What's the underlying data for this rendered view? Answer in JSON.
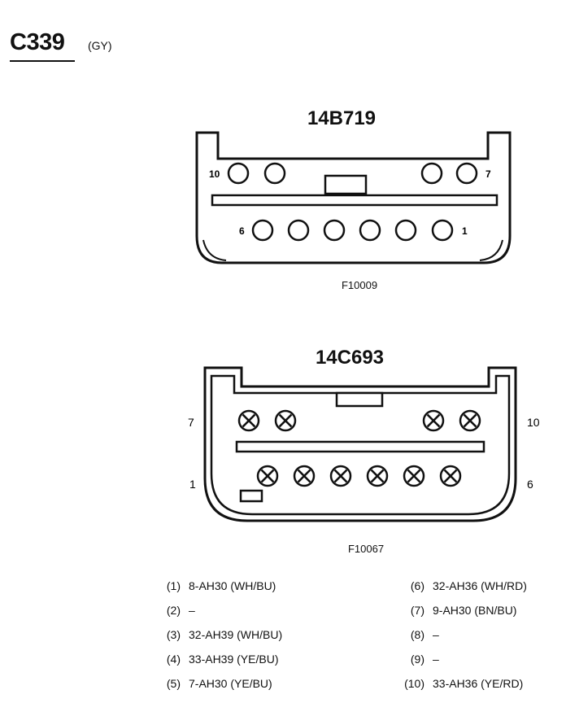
{
  "header": {
    "connector_id": "C339",
    "color_code": "(GY)"
  },
  "connector_1": {
    "part_number": "14B719",
    "figure_id": "F10009",
    "pin_labels": {
      "top_left": "10",
      "top_right": "7",
      "bottom_left": "6",
      "bottom_right": "1"
    }
  },
  "connector_2": {
    "part_number": "14C693",
    "figure_id": "F10067",
    "pin_labels": {
      "top_left": "7",
      "top_right": "10",
      "bottom_left": "1",
      "bottom_right": "6"
    }
  },
  "pin_legend": [
    {
      "num": "(1)",
      "circuit": "8-AH30 (WH/BU)"
    },
    {
      "num": "(2)",
      "circuit": "–"
    },
    {
      "num": "(3)",
      "circuit": "32-AH39 (WH/BU)"
    },
    {
      "num": "(4)",
      "circuit": "33-AH39 (YE/BU)"
    },
    {
      "num": "(5)",
      "circuit": "7-AH30 (YE/BU)"
    },
    {
      "num": "(6)",
      "circuit": "32-AH36 (WH/RD)"
    },
    {
      "num": "(7)",
      "circuit": "9-AH30 (BN/BU)"
    },
    {
      "num": "(8)",
      "circuit": "–"
    },
    {
      "num": "(9)",
      "circuit": "–"
    },
    {
      "num": "(10)",
      "circuit": "33-AH36 (YE/RD)"
    }
  ]
}
